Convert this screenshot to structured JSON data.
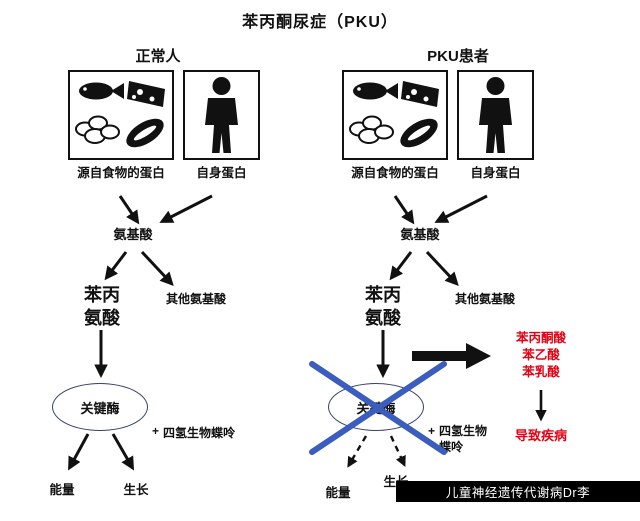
{
  "title": "苯丙酮尿症（PKU）",
  "left": {
    "header": "正常人",
    "food_protein_label": "源自食物的蛋白",
    "self_protein_label": "自身蛋白",
    "amino_acid": "氨基酸",
    "phe_line1": "苯丙",
    "phe_line2": "氨酸",
    "other_amino_acids": "其他氨基酸",
    "enzyme": "关键酶",
    "cofactor_plus": "+",
    "cofactor": "四氢生物蝶呤",
    "energy": "能量",
    "growth": "生长"
  },
  "right": {
    "header": "PKU患者",
    "food_protein_label": "源自食物的蛋白",
    "self_protein_label": "自身蛋白",
    "amino_acid": "氨基酸",
    "phe_line1": "苯丙",
    "phe_line2": "氨酸",
    "other_amino_acids": "其他氨基酸",
    "enzyme": "关键酶",
    "cofactor_plus": "+",
    "cofactor_line1": "四氢生物",
    "cofactor_line2": "蝶呤",
    "metabolites": [
      "苯丙酮酸",
      "苯乙酸",
      "苯乳酸"
    ],
    "disease": "导致疾病",
    "energy": "能量",
    "growth": "生长"
  },
  "watermark": "儿童神经遗传代谢病Dr李",
  "colors": {
    "danger_red": "#e60012",
    "cross_blue": "#3a5dbe",
    "ink": "#111111"
  }
}
